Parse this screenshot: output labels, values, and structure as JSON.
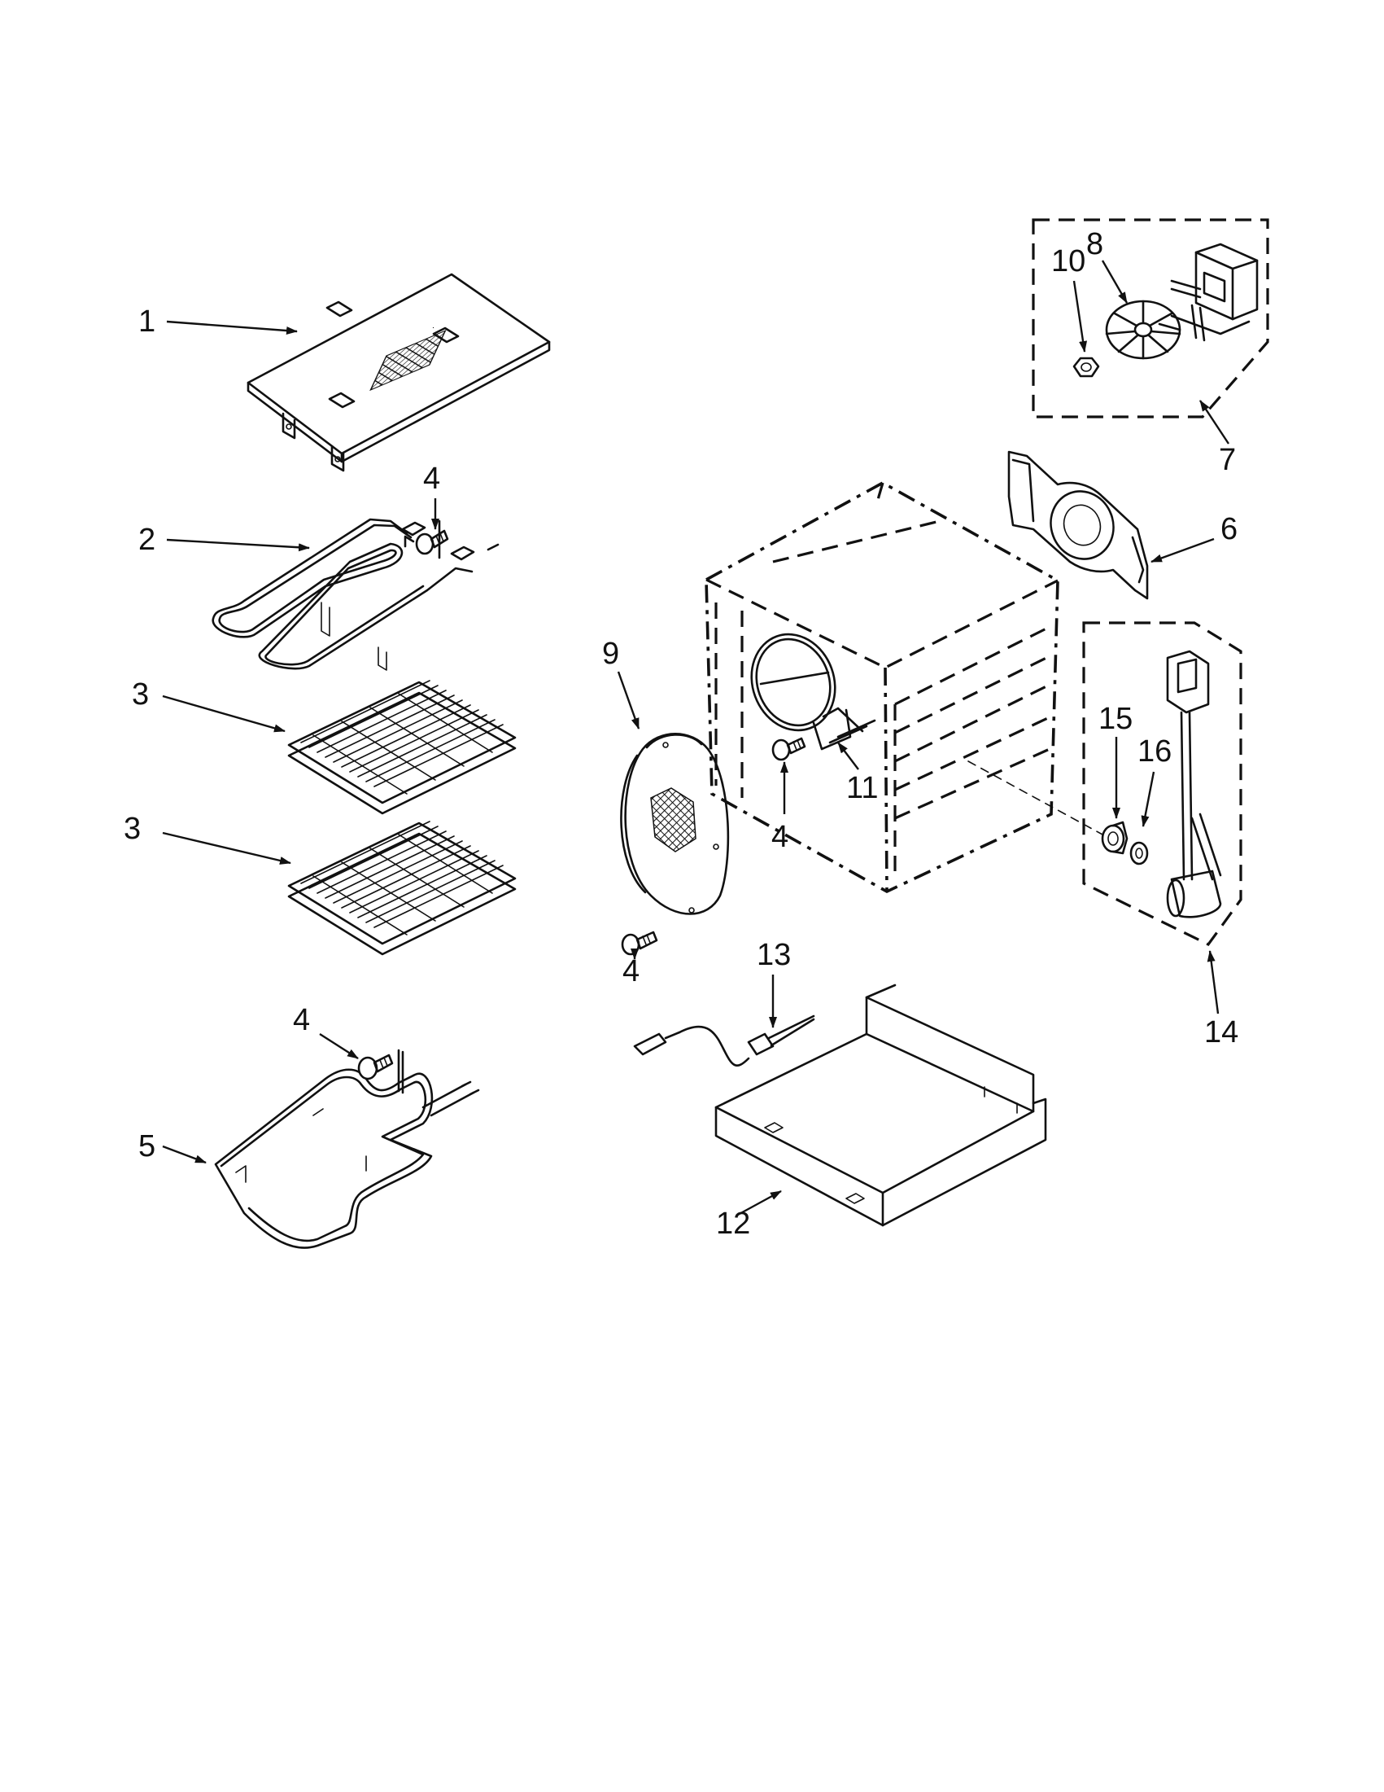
{
  "callouts": {
    "c1": "1",
    "c2": "2",
    "c3a": "3",
    "c3b": "3",
    "c4a": "4",
    "c4b": "4",
    "c4c": "4",
    "c4d": "4",
    "c5": "5",
    "c6": "6",
    "c7": "7",
    "c8": "8",
    "c9": "9",
    "c10": "10",
    "c11": "11",
    "c12": "12",
    "c13": "13",
    "c14": "14",
    "c15": "15",
    "c16": "16"
  }
}
